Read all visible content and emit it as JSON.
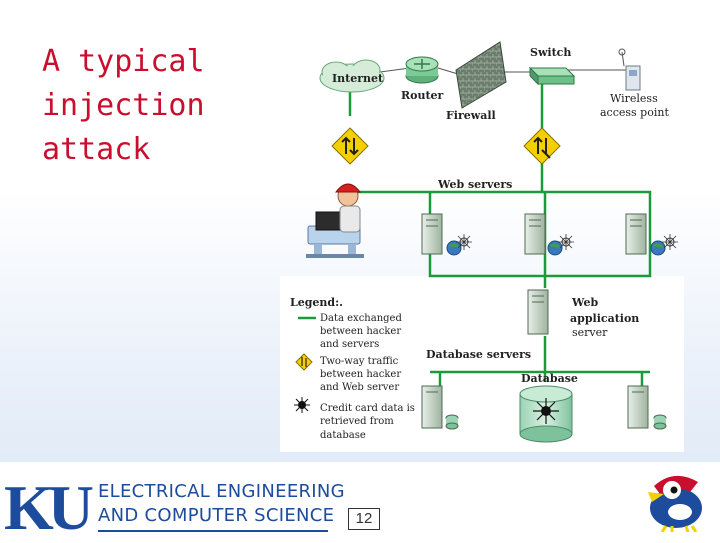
{
  "slide": {
    "title": "A typical\ninjection\nattack",
    "page_number": "12"
  },
  "diagram": {
    "internet": "Internet",
    "router": "Router",
    "firewall": "Firewall",
    "switch": "Switch",
    "wireless_line1": "Wireless",
    "wireless_line2": "access point",
    "web_servers": "Web servers",
    "web_app_line1": "Web",
    "web_app_line2": "application",
    "web_app_line3": "server",
    "database_servers": "Database servers",
    "database": "Database"
  },
  "legend": {
    "title": "Legend:.",
    "item1": [
      "Data exchanged",
      "between hacker",
      "and servers"
    ],
    "item2": [
      "Two-way traffic",
      "between hacker",
      "and Web server"
    ],
    "item3": [
      "Credit card data is",
      "retrieved from",
      "database"
    ]
  },
  "footer": {
    "logo_text": "KU",
    "dept_line1": "ELECTRICAL ENGINEERING",
    "dept_line2": "AND COMPUTER SCIENCE"
  },
  "colors": {
    "title": "#c8102e",
    "brand_blue": "#1d4c9c",
    "connection_green": "#1a9a3a",
    "warning_yellow": "#f4d000"
  }
}
